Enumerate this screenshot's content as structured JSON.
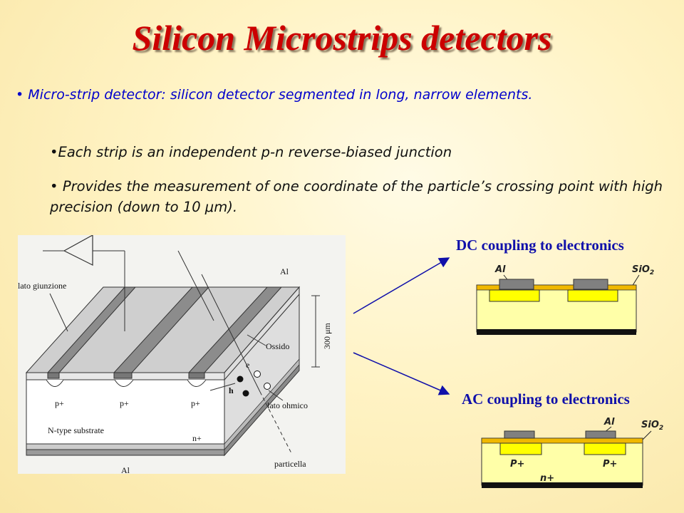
{
  "title": "Silicon Microstrips detectors",
  "bullets": {
    "main_marker": "•",
    "main": "Micro-strip detector: silicon detector segmented in long, narrow elements.",
    "sub1_marker": "•",
    "sub1": "Each strip is an independent p-n reverse-biased junction",
    "sub2_marker": "•",
    "sub2": "Provides the measurement of one coordinate of the particle’s crossing point with high precision (down to 10 μm)."
  },
  "diagram": {
    "lato_giunzione": "lato giunzione",
    "al_top": "Al",
    "thickness": "300 μm",
    "ossido": "Ossido",
    "electron": "e",
    "hole": "h",
    "lato_ohmico": "lato ohmico",
    "p_plus_1": "p+",
    "p_plus_2": "p+",
    "p_plus_3": "p+",
    "substrate": "N-type substrate",
    "n_plus": "n+",
    "al_bottom": "Al",
    "particella": "particella"
  },
  "dc": {
    "heading": "DC coupling to electronics",
    "al": "Al",
    "sio2": "SiO",
    "sio2_sub": "2"
  },
  "ac": {
    "heading": "AC coupling to electronics",
    "al": "Al",
    "sio2": "SiO",
    "sio2_sub": "2",
    "p_plus_1": "P+",
    "p_plus_2": "P+",
    "n_plus": "n+"
  },
  "colors": {
    "title": "#cc0000",
    "bullet_blue": "#0000cc",
    "heading_blue": "#1010aa",
    "silicon": "#ffffa8",
    "oxide": "#f0b800",
    "metal": "#808080",
    "backplane": "#111111"
  }
}
